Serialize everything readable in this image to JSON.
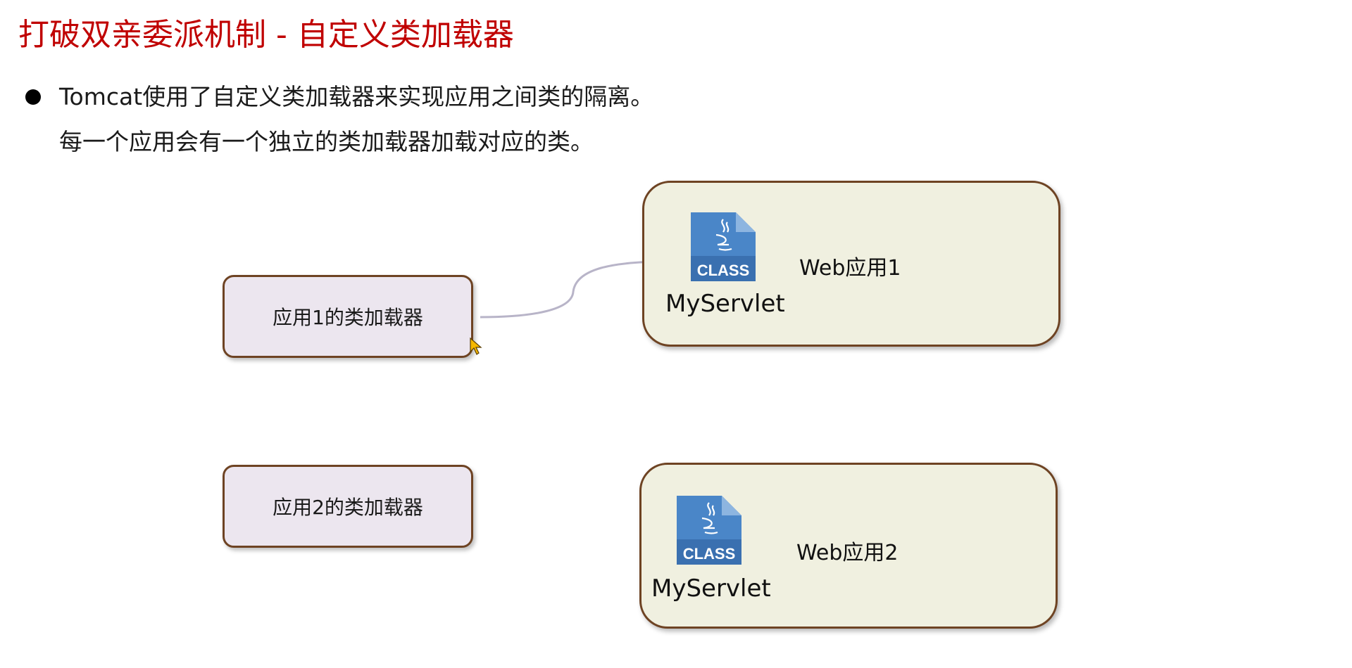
{
  "slide": {
    "title": "打破双亲委派机制 - 自定义类加载器",
    "bullet": {
      "line1": "Tomcat使用了自定义类加载器来实现应用之间类的隔离。",
      "line2": "每一个应用会有一个独立的类加载器加载对应的类。"
    }
  },
  "diagram": {
    "loaders": [
      {
        "label": "应用1的类加载器"
      },
      {
        "label": "应用2的类加载器"
      }
    ],
    "apps": [
      {
        "name": "Web应用1",
        "class_label": "MyServlet",
        "icon_text": "CLASS"
      },
      {
        "name": "Web应用2",
        "class_label": "MyServlet",
        "icon_text": "CLASS"
      }
    ]
  },
  "colors": {
    "title": "#c00000",
    "box_border": "#6e4323",
    "loader_fill": "#ece6ef",
    "app_fill": "#f0f0e0",
    "icon_blue": "#4a86c8"
  },
  "icons": [
    "java-class-file-icon",
    "mouse-cursor-icon",
    "bullet-dot-icon"
  ]
}
